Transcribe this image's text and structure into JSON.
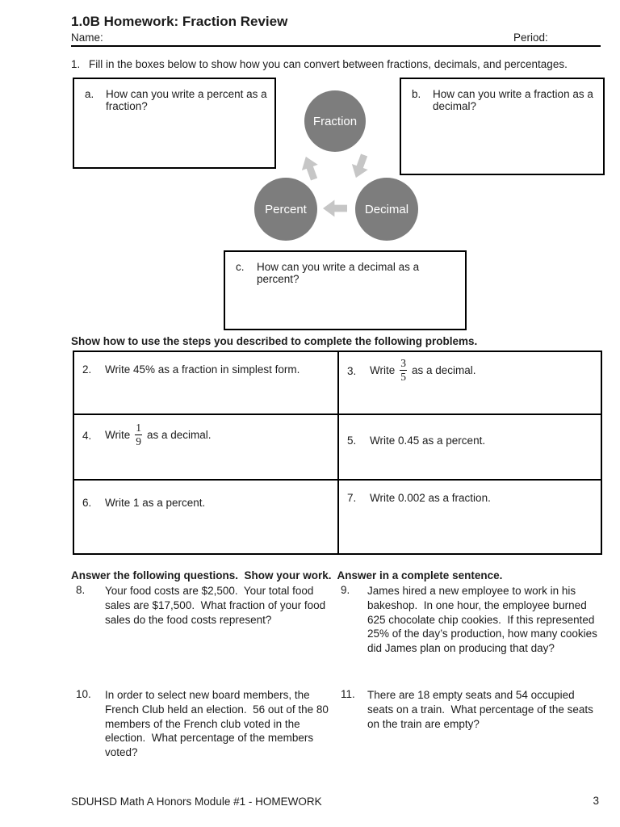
{
  "doc": {
    "title": "1.0B Homework: Fraction Review",
    "name_label": "Name:",
    "period_label": "Period:",
    "footer_left": "SDUHSD Math A Honors Module #1 - HOMEWORK",
    "footer_page": "3"
  },
  "q1": {
    "number": "1.",
    "text": "Fill in the boxes below to show how you can convert between fractions, decimals, and percentages.",
    "box_a": {
      "label": "a.",
      "text": "How can you write a percent as a fraction?"
    },
    "box_b": {
      "label": "b.",
      "text": "How can you write a fraction as a decimal?"
    },
    "box_c": {
      "label": "c.",
      "text": "How can you write a decimal as a percent?"
    },
    "diagram": {
      "nodes": [
        "Fraction",
        "Percent",
        "Decimal"
      ],
      "node_color": "#7d7d7d",
      "arrow_color": "#c6c6c6",
      "cycle": "Fraction → Decimal → Percent → Fraction"
    }
  },
  "problems": {
    "heading": "Show how to use the steps you described to complete the following problems.",
    "cells": [
      {
        "num": "2.",
        "text": "Write 45% as a fraction in simplest form."
      },
      {
        "num": "3.",
        "prefix": "Write",
        "frac_num": "3",
        "frac_den": "5",
        "suffix": "as a decimal."
      },
      {
        "num": "4.",
        "prefix": "Write",
        "frac_num": "1",
        "frac_den": "9",
        "suffix": "as a decimal."
      },
      {
        "num": "5.",
        "text": "Write 0.45 as a percent."
      },
      {
        "num": "6.",
        "text": "Write 1 as a percent."
      },
      {
        "num": "7.",
        "text": "Write 0.002 as a fraction."
      }
    ]
  },
  "word_problems": {
    "heading": "Answer the following questions.  Show your work.  Answer in a complete sentence.",
    "items": [
      {
        "num": "8.",
        "text": "Your food costs are $2,500.  Your total food sales are $17,500.  What fraction of your food sales do the food costs represent?"
      },
      {
        "num": "9.",
        "text": "James hired a new employee to work in his bakeshop.  In one hour, the employee burned 625 chocolate chip cookies.  If this represented 25% of the day’s production, how many cookies did James plan on producing that day?"
      },
      {
        "num": "10.",
        "text": "In order to select new board members, the French Club held an election.  56 out of the 80 members of the French club voted in the election.  What percentage of the members voted?"
      },
      {
        "num": "11.",
        "text": "There are 18 empty seats and 54 occupied seats on a train.  What percentage of the seats on the train are empty?"
      }
    ]
  }
}
